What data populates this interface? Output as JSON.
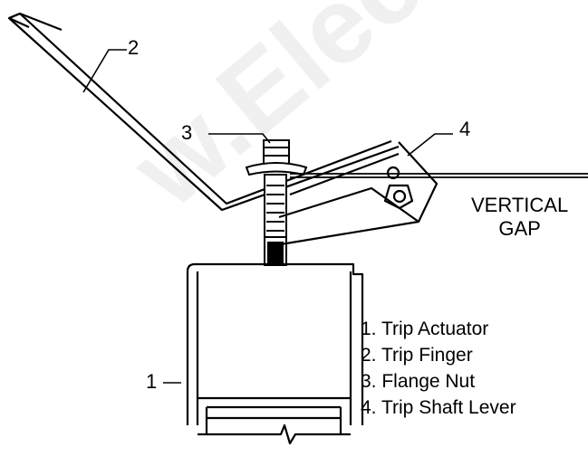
{
  "diagram": {
    "callouts": {
      "one": "1",
      "two": "2",
      "three": "3",
      "four": "4"
    },
    "gap_label": {
      "line1": "VERTICAL",
      "line2": "GAP"
    },
    "legend": [
      "1. Trip Actuator",
      "2. Trip Finger",
      "3. Flange Nut",
      "4. Trip Shaft Lever"
    ],
    "watermark": "w.Electric",
    "colors": {
      "line": "#000000",
      "background": "#ffffff",
      "watermark": "#000000"
    }
  }
}
